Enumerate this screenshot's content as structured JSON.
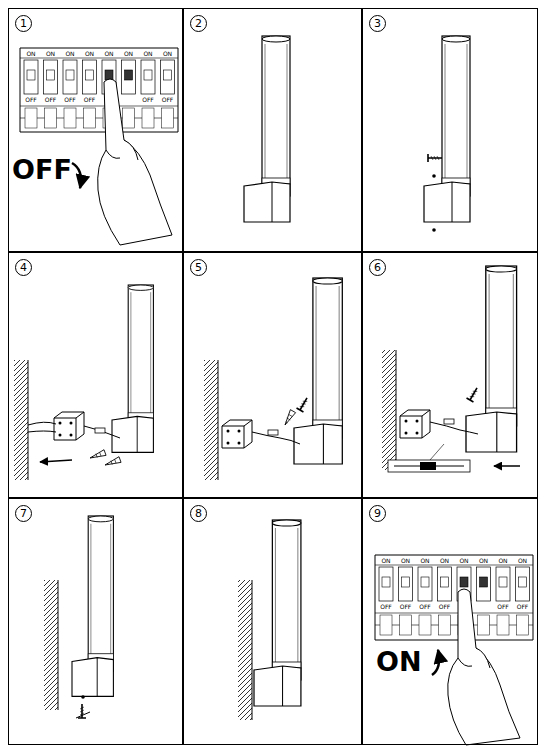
{
  "diagram": {
    "nodes": [
      {
        "text": [
          "1"
        ]
      },
      {
        "text": [
          "2"
        ]
      },
      {
        "text": [
          "3"
        ]
      },
      {
        "text": [
          "4"
        ]
      },
      {
        "text": [
          "5"
        ]
      },
      {
        "text": [
          "6"
        ]
      },
      {
        "text": [
          "7"
        ]
      },
      {
        "text": [
          "8"
        ]
      },
      {
        "text": [
          "9"
        ]
      }
    ],
    "labels": [
      "ON",
      "ON",
      "ON",
      "ON",
      "ON",
      "ON",
      "ON",
      "ON",
      "OFF",
      "OFF",
      "OFF",
      "OFF",
      "OFF",
      "OFF",
      "OFF",
      "ON",
      "ON",
      "ON",
      "ON",
      "ON",
      "ON",
      "ON",
      "ON",
      "OFF",
      "OFF",
      "OFF",
      "OFF",
      "OFF",
      "OFF",
      "ON"
    ]
  }
}
